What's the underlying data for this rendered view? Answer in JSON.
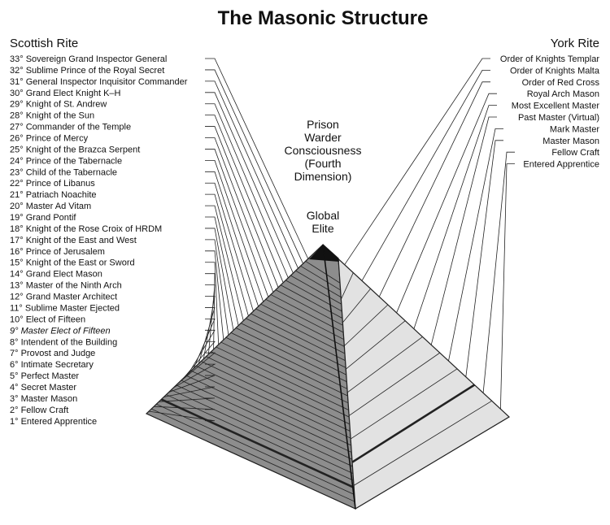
{
  "title": "The Masonic Structure",
  "scottish_rite": {
    "heading": "Scottish Rite",
    "degrees": [
      "33° Sovereign Grand Inspector General",
      "32° Sublime Prince of the Royal Secret",
      "31° General Inspector Inquisitor Commander",
      "30° Grand Elect Knight K–H",
      "29° Knight of St. Andrew",
      "28° Knight of the Sun",
      "27° Commander of the Temple",
      "26° Prince of Mercy",
      "25° Knight of the Brazca Serpent",
      "24° Prince of the Tabernacle",
      "23° Child of the Tabernacle",
      "22° Prince of Libanus",
      "21° Patriach Noachite",
      "20° Master Ad Vitam",
      "19° Grand Pontif",
      "18° Knight of the Rose Croix of HRDM",
      "17° Knight of the East and West",
      "16° Prince of Jerusalem",
      "15° Knight of the East or Sword",
      "14° Grand Elect Mason",
      "13° Master of the Ninth Arch",
      "12° Grand Master Architect",
      "11° Sublime Master Ejected",
      "10° Elect of Fifteen",
      "9° Master Elect of Fifteen",
      "8° Intendent of the Building",
      "7° Provost and Judge",
      "6° Intimate Secretary",
      "5° Perfect Master",
      "4° Secret Master",
      "3° Master Mason",
      "2° Fellow Craft",
      "1° Entered Apprentice"
    ]
  },
  "york_rite": {
    "heading": "York Rite",
    "degrees": [
      "Order of Knights Templar",
      "Order of Knights Malta",
      "Order of Red Cross",
      "Royal Arch Mason",
      "Most Excellent Master",
      "Past Master (Virtual)",
      "Mark Master",
      "Master Mason",
      "Fellow Craft",
      "Entered Apprentice"
    ]
  },
  "center_label": [
    "Prison",
    "Warder",
    "Consciousness",
    "(Fourth",
    "Dimension)"
  ],
  "apex_label": [
    "Global",
    "Elite"
  ],
  "colors": {
    "left_face": "#8d8d8d",
    "right_face": "#e2e2e2",
    "apex_cap": "#111111",
    "lines": "#222222"
  }
}
